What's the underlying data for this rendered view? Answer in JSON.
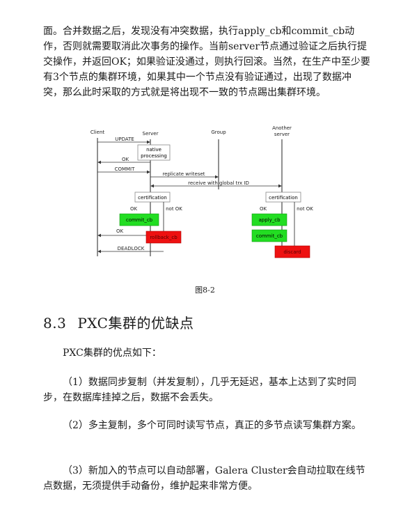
{
  "top_paragraph": "面。合并数据之后，发现没有冲突数据，执行apply_cb和commit_cb动作，否则就需要取消此次事务的操作。当前server节点通过验证之后执行提交操作，并返回OK；如果验证没通过，则执行回滚。当然，在生产中至少要有3个节点的集群环境，如果其中一个节点没有验证通过，出现了数据冲突，那么此时采取的方式就是将出现不一致的节点踢出集群环境。",
  "figure": {
    "columns": {
      "client": "Client",
      "server": "Server",
      "group": "Group",
      "another_line1": "Another",
      "another_line2": "server"
    },
    "messages": {
      "update": "UPDATE",
      "ok1": "OK",
      "commit": "COMMIT",
      "replicate": "replicate writeset",
      "receive": "receive with global trx ID",
      "ok2": "OK",
      "deadlock": "DEADLOCK"
    },
    "boxes": {
      "native_line1": "native",
      "native_line2": "processing",
      "cert_left": "certification",
      "cert_right": "certification",
      "commit_cb_left": "commit_cb",
      "rollback_cb": "rollback_cb",
      "apply_cb": "apply_cb",
      "commit_cb_right": "commit_cb",
      "discard": "discard"
    },
    "branches": {
      "ok_left": "OK",
      "notok_left": "not OK",
      "ok_right": "OK",
      "notok_right": "not OK"
    },
    "colors": {
      "green": "#22dd22",
      "red": "#ee1111"
    }
  },
  "caption": "图8-2",
  "section": {
    "number": "8.3",
    "title": "PXC集群的优缺点"
  },
  "intro": "PXC集群的优点如下：",
  "points": [
    "（1）数据同步复制（并发复制），几乎无延迟，基本上达到了实时同步，在数据库挂掉之后，数据不会丢失。",
    "（2）多主复制，多个可同时读写节点，真正的多节点读写集群方案。",
    "（3）新加入的节点可以自动部署，Galera Cluster会自动拉取在线节点数据，无须提供手动备份，维护起来非常方便。"
  ]
}
